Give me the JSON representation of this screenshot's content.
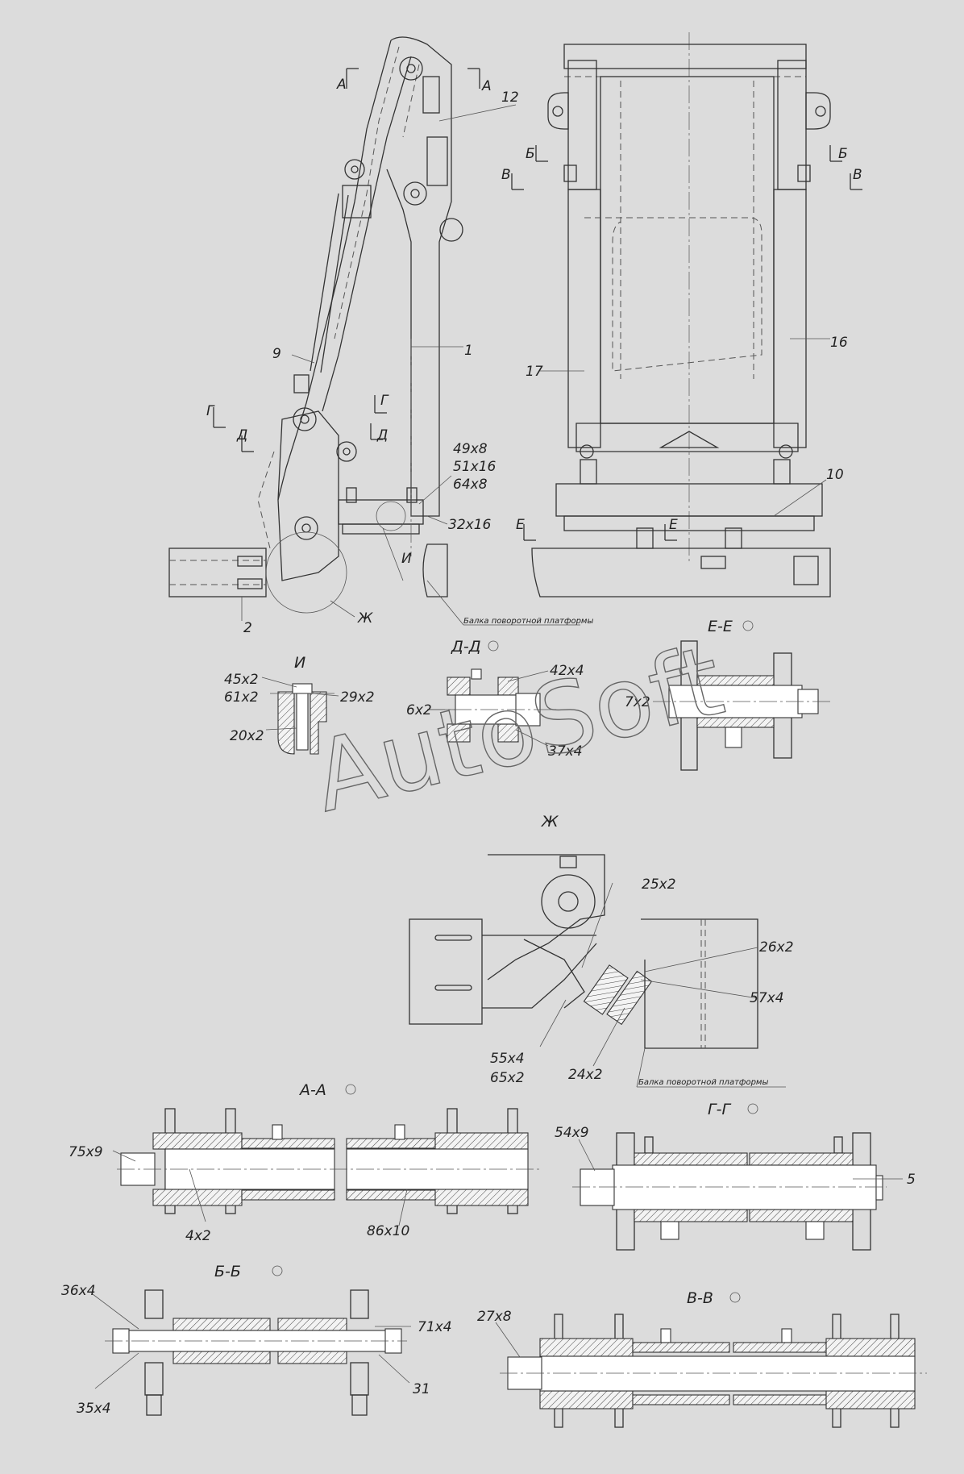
{
  "labels": {
    "v_A": "А",
    "v_B": "Б",
    "v_V": "В",
    "v_G": "Г",
    "v_D": "Д",
    "v_E": "Е",
    "v_I": "И",
    "v_Zh": "Ж",
    "p1": "1",
    "p2": "2",
    "p9": "9",
    "p10": "10",
    "p12": "12",
    "p16": "16",
    "p17": "17",
    "p5": "5",
    "p31": "31",
    "q49": "49х8",
    "q51": "51х16",
    "q64": "64х8",
    "q32": "32х16",
    "q45": "45х2",
    "q61": "61х2",
    "q29": "29х2",
    "q20": "20х2",
    "q42": "42х4",
    "q6": "6х2",
    "q37": "37х4",
    "q7": "7х2",
    "q25": "25х2",
    "q26": "26х2",
    "q57": "57х4",
    "q55": "55х4",
    "q65": "65х2",
    "q24": "24х2",
    "q75": "75х9",
    "q4": "4х2",
    "q86": "86х10",
    "q54": "54х9",
    "q36": "36х4",
    "q35": "35х4",
    "q71": "71х4",
    "q27": "27х8",
    "beam": "Балка поворотной платформы"
  },
  "titles": {
    "I": "И",
    "DD": "Д-Д",
    "EE": "Е-Е",
    "Zh": "Ж",
    "AA": "А-А",
    "GG": "Г-Г",
    "BB": "Б-Б",
    "VV": "В-В"
  },
  "watermark": "AutoSoft"
}
